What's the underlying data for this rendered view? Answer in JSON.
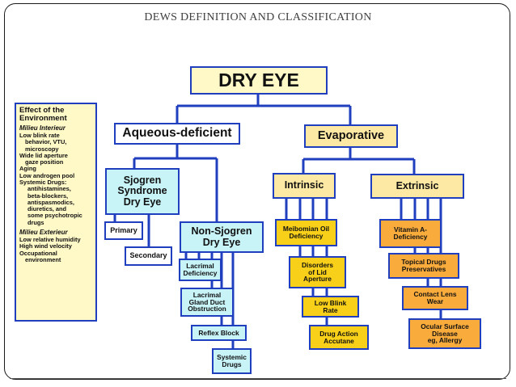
{
  "slide": {
    "title": "DEWS DEFINITION AND CLASSIFICATION"
  },
  "colors": {
    "connector": "#1f3fbf",
    "border": "#1f3fbf",
    "cream": "#fff9c8",
    "light_yellow": "#fde9a3",
    "cyan": "#c8f4f8",
    "gold": "#f8cf19",
    "orange": "#f9ab3c"
  },
  "environment": {
    "title": "Effect of the\nEnvironment",
    "interior": {
      "heading": "Milieu Interieur",
      "lines": [
        "Low blink rate",
        "behavior, VTU,",
        "microscopy",
        "Wide lid aperture",
        "gaze position",
        "Aging",
        "Low androgen pool",
        "Systemic Drugs:",
        "antihistamines,",
        "beta-blockers,",
        "antispasmodics,",
        "diuretics, and",
        "some psychotropic",
        "drugs"
      ]
    },
    "exterior": {
      "heading": "Milieu Exterieur",
      "lines": [
        "Low relative humidity",
        "High wind velocity",
        "Occupational",
        "environment"
      ]
    }
  },
  "diagram": {
    "root": "DRY EYE",
    "aqueous": {
      "label": "Aqueous-deficient",
      "sjogren": {
        "label": "Sjogren\nSyndrome\nDry Eye",
        "children": [
          "Primary",
          "Secondary"
        ]
      },
      "non_sjogren": {
        "label": "Non-Sjogren\nDry Eye",
        "children": [
          "Lacrimal\nDeficiency",
          "Lacrimal\nGland Duct\nObstruction",
          "Reflex Block",
          "Systemic\nDrugs"
        ]
      }
    },
    "evaporative": {
      "label": "Evaporative",
      "intrinsic": {
        "label": "Intrinsic",
        "children": [
          "Meibomian Oil\nDeficiency",
          "Disorders\nof Lid\nAperture",
          "Low Blink\nRate",
          "Drug Action\nAccutane"
        ]
      },
      "extrinsic": {
        "label": "Extrinsic",
        "children": [
          "Vitamin A-\nDeficiency",
          "Topical Drugs\nPreservatives",
          "Contact Lens\nWear",
          "Ocular Surface\nDisease\neg, Allergy"
        ]
      }
    }
  }
}
